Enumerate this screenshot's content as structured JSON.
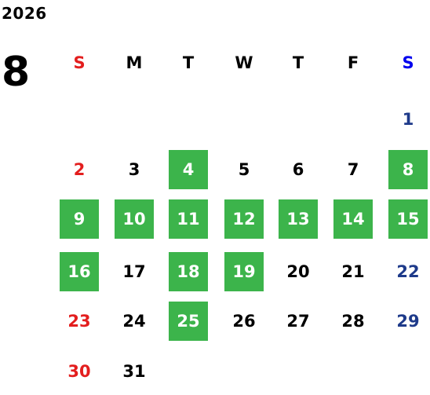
{
  "year": "2026",
  "month": "8",
  "colors": {
    "highlight_bg": "#3cb44b",
    "highlight_text": "#ffffff",
    "sunday": "#e31e1e",
    "saturday": "#1e3a8a",
    "saturday_header": "#0000ee",
    "weekday": "#000000"
  },
  "weekdays": [
    "S",
    "M",
    "T",
    "W",
    "T",
    "F",
    "S"
  ],
  "days": [
    {
      "label": "1",
      "highlighted": false
    },
    {
      "label": "2",
      "highlighted": false
    },
    {
      "label": "3",
      "highlighted": false
    },
    {
      "label": "4",
      "highlighted": true
    },
    {
      "label": "5",
      "highlighted": false
    },
    {
      "label": "6",
      "highlighted": false
    },
    {
      "label": "7",
      "highlighted": false
    },
    {
      "label": "8",
      "highlighted": true
    },
    {
      "label": "9",
      "highlighted": true
    },
    {
      "label": "10",
      "highlighted": true
    },
    {
      "label": "11",
      "highlighted": true
    },
    {
      "label": "12",
      "highlighted": true
    },
    {
      "label": "13",
      "highlighted": true
    },
    {
      "label": "14",
      "highlighted": true
    },
    {
      "label": "15",
      "highlighted": true
    },
    {
      "label": "16",
      "highlighted": true
    },
    {
      "label": "17",
      "highlighted": false
    },
    {
      "label": "18",
      "highlighted": true
    },
    {
      "label": "19",
      "highlighted": true
    },
    {
      "label": "20",
      "highlighted": false
    },
    {
      "label": "21",
      "highlighted": false
    },
    {
      "label": "22",
      "highlighted": false
    },
    {
      "label": "23",
      "highlighted": false
    },
    {
      "label": "24",
      "highlighted": false
    },
    {
      "label": "25",
      "highlighted": true
    },
    {
      "label": "26",
      "highlighted": false
    },
    {
      "label": "27",
      "highlighted": false
    },
    {
      "label": "28",
      "highlighted": false
    },
    {
      "label": "29",
      "highlighted": false
    },
    {
      "label": "30",
      "highlighted": false
    },
    {
      "label": "31",
      "highlighted": false
    }
  ]
}
